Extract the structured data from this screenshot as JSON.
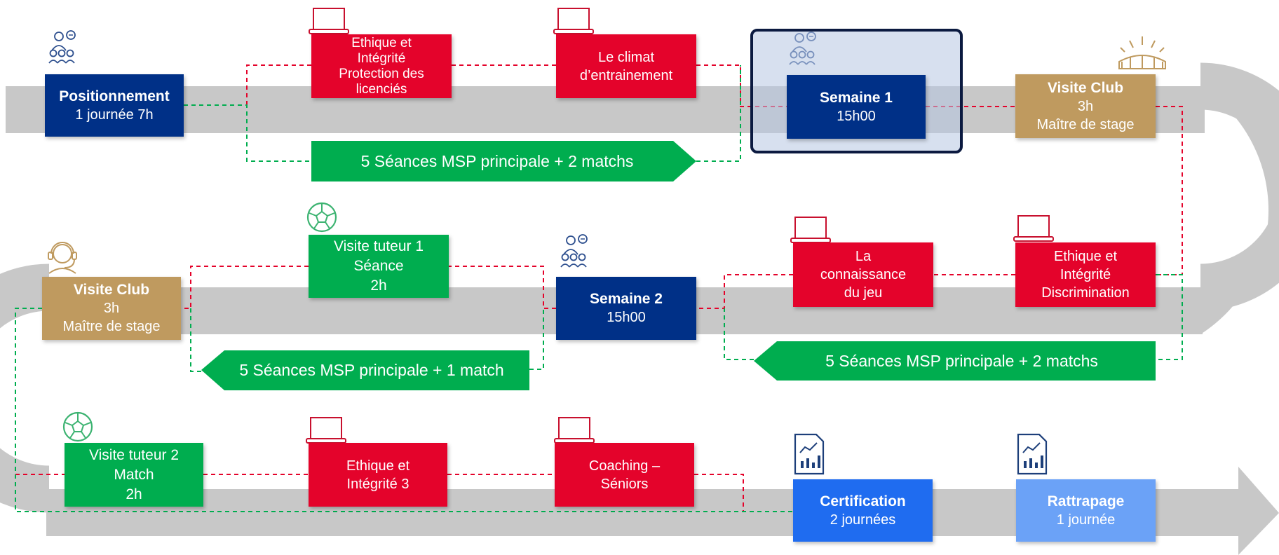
{
  "colors": {
    "road": "#c8c8c8",
    "navy": "#003087",
    "red": "#e4032b",
    "gold": "#bf9a5f",
    "green": "#00ad4f",
    "certification": "#1f6cf0",
    "rattrapage": "#6ba2f7",
    "connector_red": "#e4032b",
    "connector_green": "#00ad4f"
  },
  "row1": {
    "positionnement": {
      "title": "Positionnement",
      "sub": "1 journée 7h",
      "icon": "team-meeting-icon"
    },
    "ethique1": {
      "lines": [
        "Ethique et",
        "Intégrité",
        "Protection des",
        "licenciés"
      ],
      "icon": "laptop-icon"
    },
    "climat": {
      "lines": [
        "Le climat",
        "d’entrainement"
      ],
      "icon": "laptop-icon"
    },
    "semaine1": {
      "title": "Semaine 1",
      "sub": "15h00",
      "icon": "team-meeting-icon"
    },
    "visite_club": {
      "title": "Visite Club",
      "sub1": "3h",
      "sub2": "Maître de stage",
      "icon": "stadium-icon"
    },
    "green_arrow": "5 Séances MSP principale + 2 matchs"
  },
  "row2": {
    "visite_club": {
      "title": "Visite Club",
      "sub1": "3h",
      "sub2": "Maître de stage",
      "icon": "headset-icon"
    },
    "tuteur1": {
      "lines": [
        "Visite tuteur 1",
        "Séance",
        "2h"
      ],
      "icon": "soccer-ball-icon"
    },
    "semaine2": {
      "title": "Semaine 2",
      "sub": "15h00",
      "icon": "team-meeting-icon"
    },
    "connaissance": {
      "lines": [
        "La",
        "connaissance",
        "du jeu"
      ],
      "icon": "laptop-icon"
    },
    "ethique2": {
      "lines": [
        "Ethique et",
        "Intégrité",
        "Discrimination"
      ],
      "icon": "laptop-icon"
    },
    "green_arrow_left": "5 Séances MSP principale + 1 match",
    "green_arrow_right": "5 Séances MSP principale + 2 matchs"
  },
  "row3": {
    "tuteur2": {
      "lines": [
        "Visite tuteur 2",
        "Match",
        "2h"
      ],
      "icon": "soccer-ball-icon"
    },
    "ethique3": {
      "lines": [
        "Ethique et",
        "Intégrité 3"
      ],
      "icon": "laptop-icon"
    },
    "coaching": {
      "lines": [
        "Coaching –",
        "Séniors"
      ],
      "icon": "laptop-icon"
    },
    "certification": {
      "title": "Certification",
      "sub": "2 journées",
      "icon": "report-chart-icon"
    },
    "rattrapage": {
      "title": "Rattrapage",
      "sub": "1 journée",
      "icon": "report-chart-icon"
    }
  }
}
